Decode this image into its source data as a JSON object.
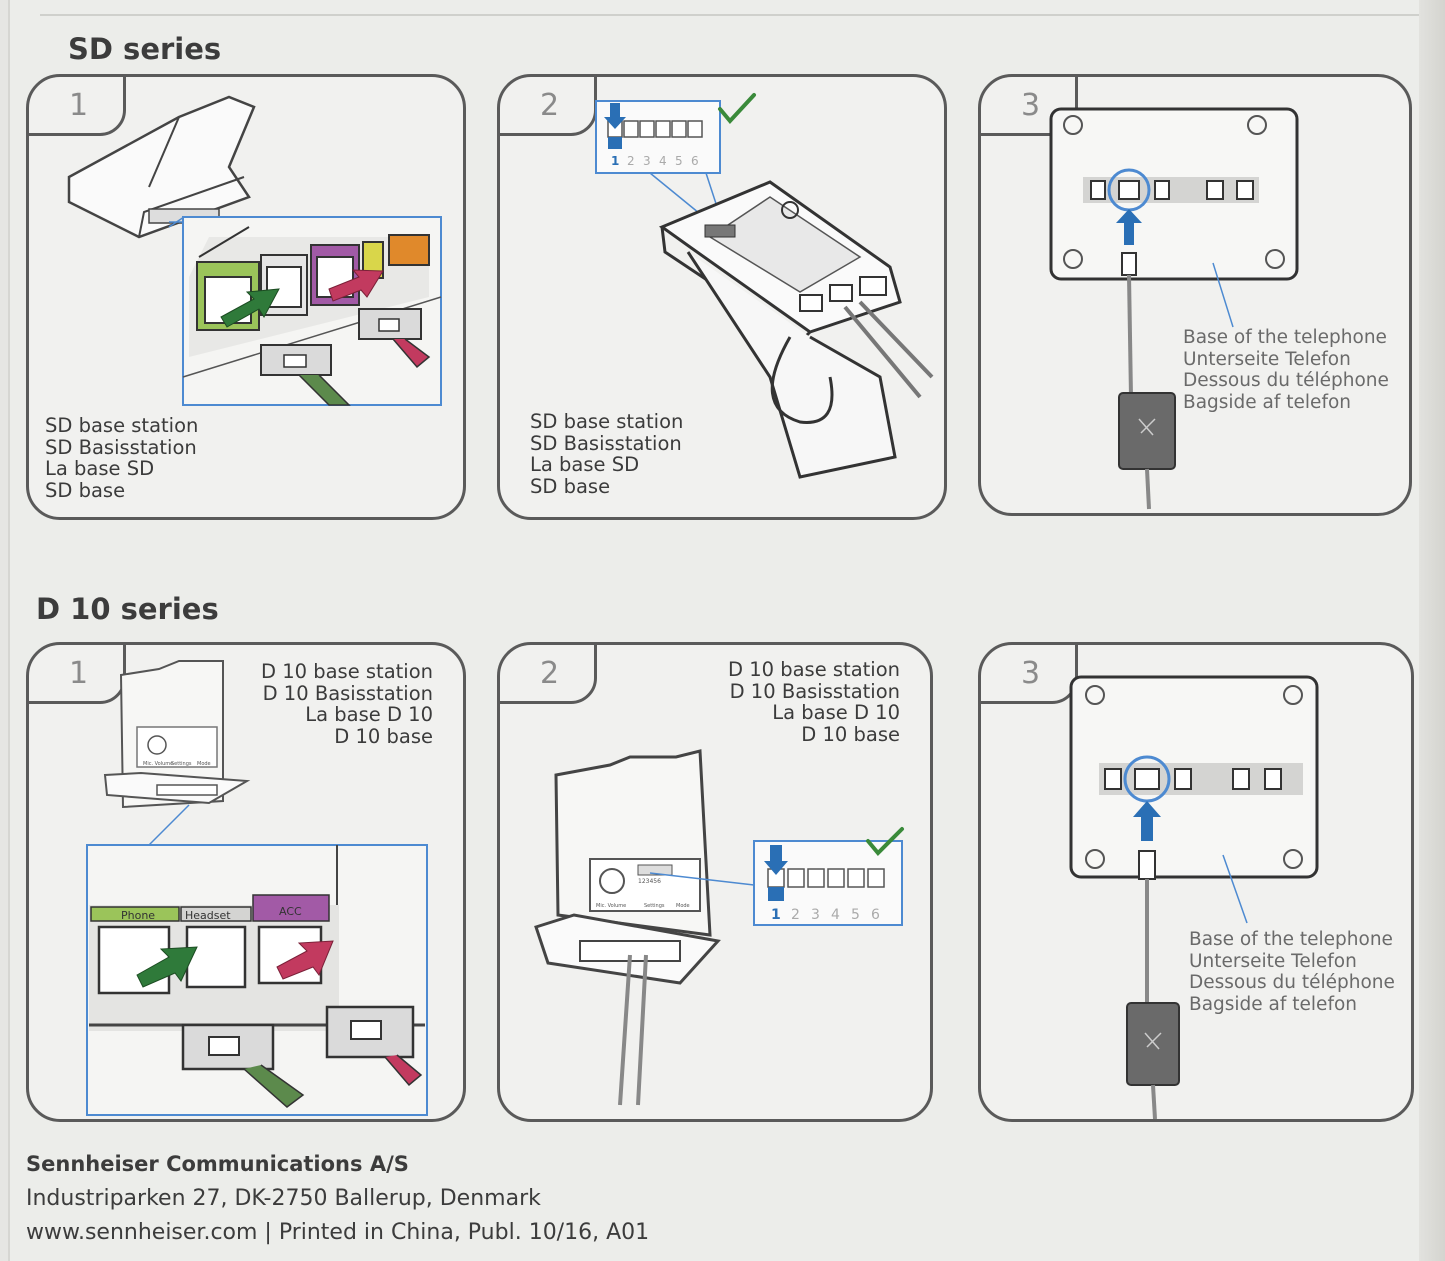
{
  "sd_series": {
    "title": "SD series",
    "panel1": {
      "step": "1",
      "caption": [
        "SD base station",
        "SD Basisstation",
        "La base SD",
        "SD base"
      ]
    },
    "panel2": {
      "step": "2",
      "caption": [
        "SD base station",
        "SD Basisstation",
        "La base SD",
        "SD base"
      ],
      "switch_numbers": [
        "1",
        "2",
        "3",
        "4",
        "5",
        "6"
      ]
    },
    "panel3": {
      "step": "3",
      "caption": [
        "Base of the telephone",
        "Unterseite Telefon",
        "Dessous du téléphone",
        "Bagside af telefon"
      ]
    }
  },
  "d10_series": {
    "title": "D 10 series",
    "panel1": {
      "step": "1",
      "caption": [
        "D 10 base station",
        "D 10 Basisstation",
        "La base D 10",
        "D 10 base"
      ],
      "port_labels": [
        "Phone",
        "Headset",
        "ACC"
      ],
      "mini_labels": [
        "Mic. Volume",
        "Settings",
        "Mode"
      ]
    },
    "panel2": {
      "step": "2",
      "caption": [
        "D 10 base station",
        "D 10 Basisstation",
        "La base D 10",
        "D 10 base"
      ],
      "mini_labels": [
        "Mic. Volume",
        "Settings",
        "Mode"
      ],
      "mini_numbers": "123456",
      "switch_numbers": [
        "1",
        "2",
        "3",
        "4",
        "5",
        "6"
      ]
    },
    "panel3": {
      "step": "3",
      "caption": [
        "Base of the telephone",
        "Unterseite Telefon",
        "Dessous du téléphone",
        "Bagside af telefon"
      ]
    }
  },
  "footer": {
    "company": "Sennheiser Communications A/S",
    "address": "Industriparken 27, DK-2750 Ballerup, Denmark",
    "web": "www.sennheiser.com | Printed in China, Publ. 10/16, A01"
  },
  "colors": {
    "arrow_green": "#2f7a3a",
    "arrow_pink": "#c23a5f",
    "arrow_blue": "#2a6fb5",
    "highlight_blue": "#4d8ad1",
    "check_green": "#3a8a3a",
    "port_green": "#9bc45a",
    "port_purple": "#a25aa6",
    "port_yellow": "#d9d64a",
    "port_orange": "#e0892b"
  }
}
